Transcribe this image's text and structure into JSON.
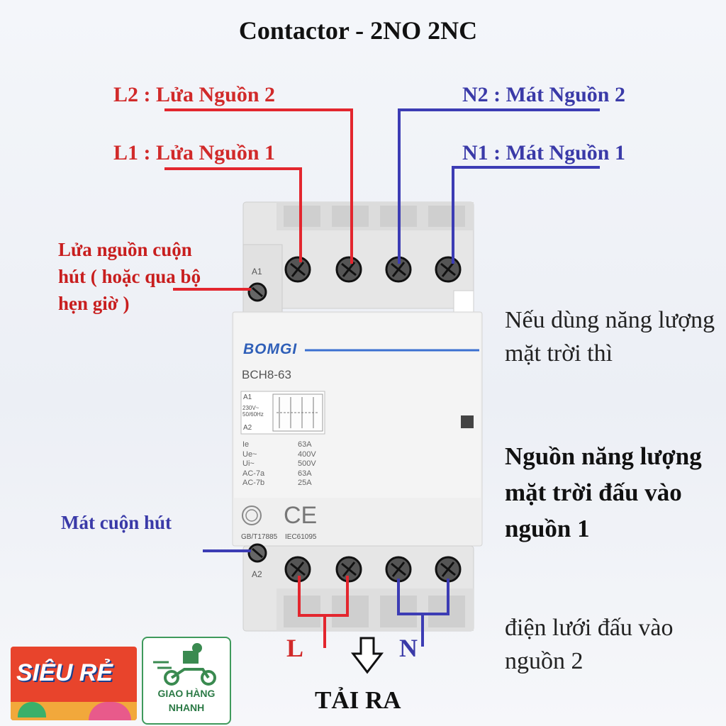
{
  "title": "Contactor - 2NO  2NC",
  "labels": {
    "l2": "L2 :  Lửa Nguồn 2",
    "l1": "L1 :  Lửa Nguồn 1",
    "n2": "N2 :  Mát Nguồn 2",
    "n1": "N1 :  Mát Nguồn 1",
    "coil_live": "Lửa nguồn cuộn hút ( hoặc qua bộ hẹn giờ )",
    "coil_neutral": "Mát cuộn hút",
    "load_out": "TẢI RA",
    "l": "L",
    "n": "N"
  },
  "notes": {
    "solar_if": "Nếu dùng năng lượng mặt trời thì",
    "solar_source": "Nguồn năng lượng mặt trời đấu vào nguồn 1",
    "grid_source": "điện lưới đấu vào nguồn 2"
  },
  "device": {
    "brand": "BOMGI",
    "model": "BCH8-63",
    "terminal_a1": "A1",
    "terminal_a2": "A2",
    "diagram_a1": "A1",
    "diagram_a2": "A2",
    "diagram_voltage": "230V~ 50/60Hz",
    "specs": [
      {
        "label": "Ie",
        "value": "63A"
      },
      {
        "label": "Ue~",
        "value": "400V"
      },
      {
        "label": "Ui~",
        "value": "500V"
      },
      {
        "label": "AC-7a",
        "value": "63A"
      },
      {
        "label": "AC-7b",
        "value": "25A"
      }
    ],
    "cert_gb": "GB/T17885",
    "cert_iec": "IEC61095",
    "ce_mark": "CE"
  },
  "badges": {
    "sieu_re": "SIÊU RẺ",
    "giao_line1": "GIAO HÀNG",
    "giao_line2": "NHANH"
  },
  "colors": {
    "live_wire": "#e3262e",
    "neutral_wire": "#3c3cb4",
    "brand_blue": "#2f5fb8"
  }
}
